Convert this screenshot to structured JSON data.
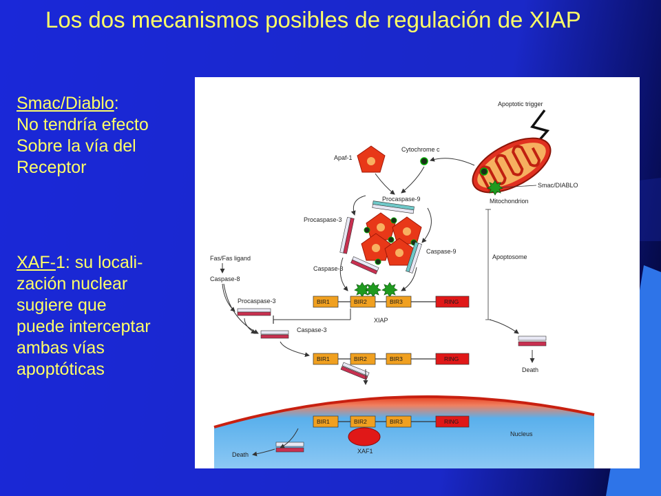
{
  "title": "Los dos mecanismos posibles de regulación de XIAP",
  "left_panel": {
    "smac_heading": "Smac/Diablo",
    "smac_colon": ":",
    "smac_lines": [
      "No tendría efecto",
      "Sobre la vía del",
      "Receptor"
    ],
    "xaf_heading": "XAF-",
    "xaf_rest": "1: su locali-",
    "xaf_lines": [
      "zación nuclear",
      "sugiere que",
      "puede interceptar",
      "ambas vías",
      "apoptóticas"
    ]
  },
  "figure": {
    "apoptotic_trigger": "Apoptotic trigger",
    "apaf1": "Apaf-1",
    "cytochrome_c": "Cytochrome c",
    "smac_diablo": "Smac/DIABLO",
    "mitochondrion": "Mitochondrion",
    "procaspase9": "Procaspase-9",
    "procaspase3_top": "Procaspase-3",
    "caspase9": "Caspase-9",
    "caspase3_top": "Caspase-3",
    "apoptosome": "Apoptosome",
    "fas_ligand": "Fas/Fas ligand",
    "caspase8": "Caspase-8",
    "procaspase3_mid": "Procaspase-3",
    "caspase3_mid": "Caspase-3",
    "xiap": "XIAP",
    "bir1": "BIR1",
    "bir2": "BIR2",
    "bir3": "BIR3",
    "ring": "RING",
    "death_right": "Death",
    "death_bottom": "Death",
    "nucleus": "Nucleus",
    "xaf1": "XAF1"
  },
  "colors": {
    "background": "#1a28d8",
    "title_text": "#ffff66",
    "bir_box": "#f0a020",
    "ring_box": "#e01818",
    "mitochondrion": "#e03020",
    "smac_star": "#20a020",
    "nucleus_band": "#4aa8e8"
  }
}
